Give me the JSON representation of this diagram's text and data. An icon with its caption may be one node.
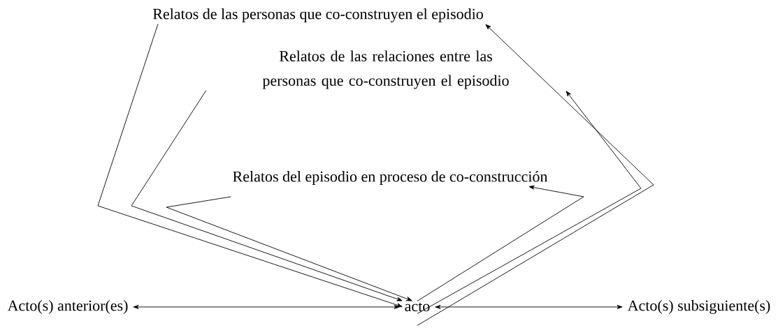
{
  "diagram": {
    "nodes": [
      {
        "text": [
          "Relatos de las personas que co-construyen el episodio"
        ]
      },
      {
        "text": [
          "Relatos de las relaciones entre las personas que co-construyen el episodio"
        ]
      },
      {
        "text": [
          "Relatos del episodio en proceso de co-construcción"
        ]
      },
      {
        "text": [
          "Acto(s) anterior(es)"
        ]
      },
      {
        "text": [
          "acto"
        ]
      },
      {
        "text": [
          "Acto(s) subsiguiente(s)"
        ]
      }
    ],
    "edges": [
      {
        "from": 3,
        "to": 4,
        "arrow": "both"
      },
      {
        "from": 4,
        "to": 5,
        "arrow": "both"
      },
      {
        "from": 0,
        "to": 4,
        "arrow": "to"
      },
      {
        "from": 1,
        "to": 4,
        "arrow": "to"
      },
      {
        "from": 2,
        "to": 4,
        "arrow": "to"
      },
      {
        "from": 4,
        "to": 2,
        "arrow": "to"
      },
      {
        "from": 4,
        "to": 1,
        "arrow": "to"
      },
      {
        "from": 4,
        "to": 0,
        "arrow": "to"
      }
    ]
  }
}
